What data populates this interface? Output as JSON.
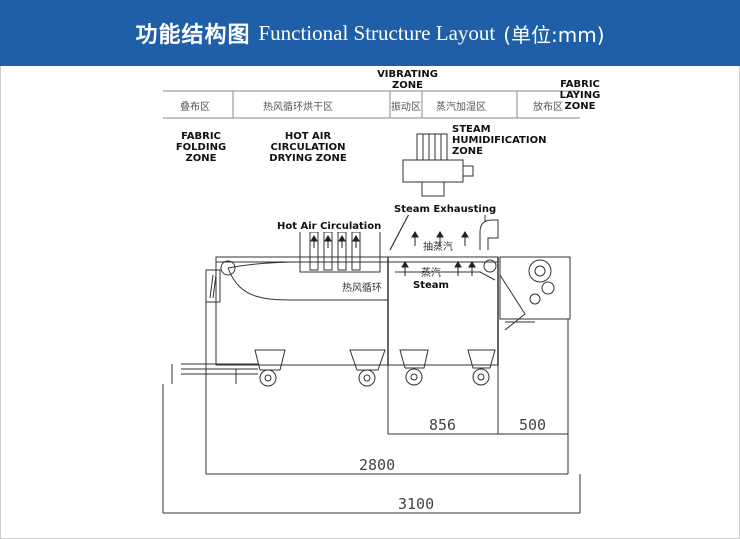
{
  "header": {
    "title_cn": "功能结构图",
    "title_en": "Functional Structure Layout",
    "title_unit": "(单位:mm)",
    "background": "#1f5fa8"
  },
  "zone_strip": {
    "folding_cn": "叠布区",
    "drying_cn": "热风循环烘干区",
    "vibrating_cn": "振动区",
    "steam_cn": "蒸汽加湿区",
    "laying_cn": "放布区"
  },
  "zones": {
    "fabric_folding": "FABRIC\nFOLDING\nZONE",
    "hot_air_drying": "HOT AIR\nCIRCULATION\nDRYING ZONE",
    "vibrating": "VIBRATING\nZONE",
    "steam_humidification": "STEAM\nHUMIDIFICATION\nZONE",
    "fabric_laying": "FABRIC\nLAYING\nZONE"
  },
  "callouts": {
    "steam_exhausting": "Steam Exhausting",
    "hot_air_circulation": "Hot Air Circulation",
    "steam": "Steam",
    "exhaust_cn": "抽蒸汽",
    "steam_cn": "蒸汽",
    "hot_air_cn": "热风循环"
  },
  "dimensions": {
    "d856": "856",
    "d500": "500",
    "d2800": "2800",
    "d3100": "3100"
  }
}
